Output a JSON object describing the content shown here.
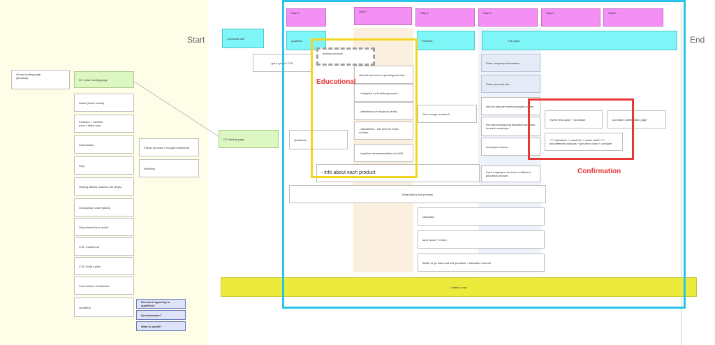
{
  "labels": {
    "start": "Start",
    "end": "End",
    "educational": "Educational",
    "confirmation": "Confirmation"
  },
  "steps": [
    "Step 1",
    "Step 2",
    "Step 3",
    "Step 4",
    "Step 5",
    "Step 6"
  ],
  "left_column": {
    "group_landing": "Group landing page\n(all plans)",
    "dc_solar_landing": "DC 'solar' landing page",
    "items": [
      "About (how it works)",
      "Features + benefits\n(how it helps you)",
      "testimonials",
      "FAQ",
      "Getting started (outlines the steps)",
      "Comparison chart (plans)",
      "Why elserta blue cross?",
      "CTA: Contact us",
      "CTA: Build a plan",
      "Cost section: breakdown",
      "Qualifiers"
    ],
    "follow_up": "Follow up team x 'thought leadership'",
    "wellness": "Wellness",
    "qualifier_notes": [
      "Record of agreeing to qualifiers?",
      "Questionnaire?",
      "Want to upsell?"
    ]
  },
  "flow": {
    "corporate_site": "Corporate site",
    "qualifiers": "qualifiers",
    "estimate": "Estimate",
    "full_quote": "Full quote",
    "get_quote_cta": "get a quote!/ CTA",
    "picking_products": "picking products",
    "dc_landing": "DC landing page",
    "questions": "Questions",
    "step2_items": [
      "allocate amount to spending account",
      "- budgeted vs flexible approach",
      "- distribution of single vs family",
      "- disclaimers - this isn't an exact number",
      "- baseline recommendation for HSA"
    ],
    "info_each_product": "- info about each product",
    "rough_number": "Get a rough number!!!",
    "step4_items": [
      "Enter company information",
      "Enter personal info",
      "Info for why we need employee counts",
      "Info about assigning allocation amounts for each employee",
      "employee census"
    ],
    "allocation_note": "Each employee can have a different allocation amount",
    "review_quote": "review real quote + purchase",
    "purchase_confirm": "purchase confirmation page",
    "calc_note": "*****calculator + exact info + exact costs*****\nadd different products + get other costs + compare",
    "what_step": "What step in the process",
    "calculator": "calculator",
    "save_quote": "save quote + return",
    "go_back": "Ability to go back and edit products + allocation amount",
    "contact_rep": "contact a rep"
  },
  "colors": {
    "left_panel": "#fdfde8",
    "cyan_frame": "#29c4e8",
    "yellow_frame": "#f3d620",
    "red_frame": "#e53935",
    "contact_bar": "#ecea3a",
    "column_band": "#fbf0e0"
  }
}
